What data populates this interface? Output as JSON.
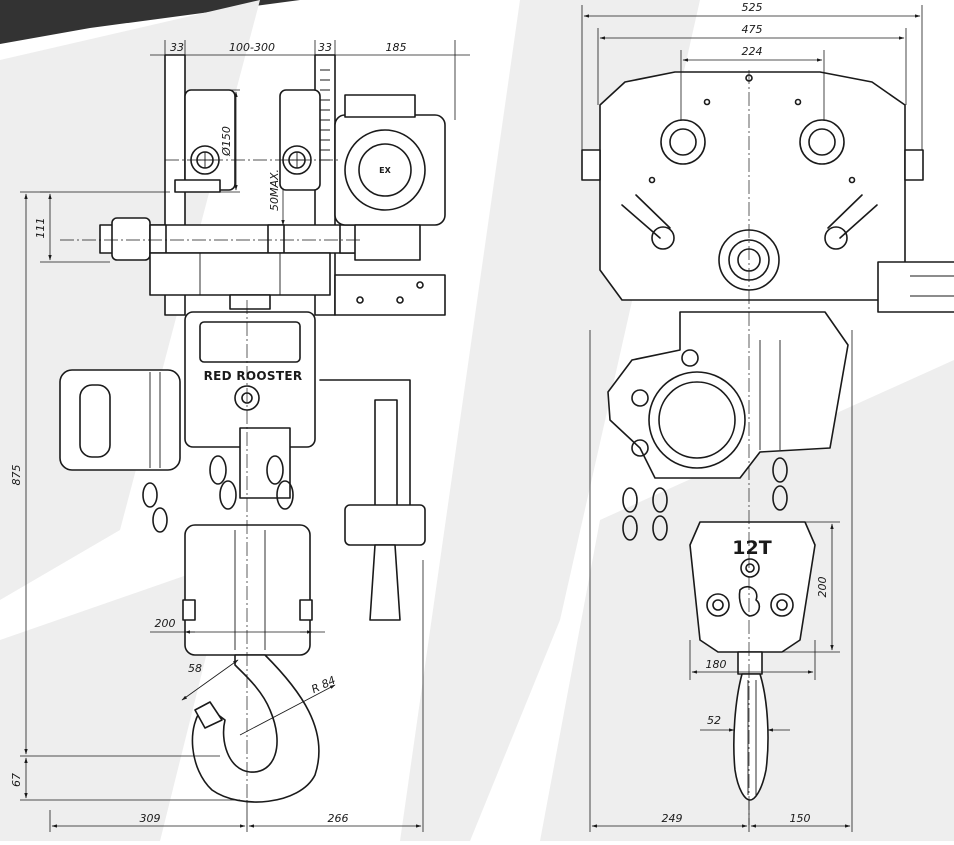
{
  "markings": {
    "brand": "RED ROOSTER",
    "capacity": "12T",
    "ex_mark": "EX"
  },
  "side_view": {
    "dims": {
      "flange_left": "33",
      "flange_width": "100-300",
      "flange_right": "33",
      "motor_width": "185",
      "wheel_diameter": "Ø150",
      "top_to_flange": "111",
      "flange_thickness": "50MAX.",
      "total_height": "875",
      "bottom_offset": "67",
      "hook_opening": "58",
      "hook_radius": "R 84",
      "hook_block_width": "200",
      "left_width": "309",
      "right_width": "266"
    }
  },
  "front_view": {
    "dims": {
      "overall_width": "525",
      "inner_width": "475",
      "wheel_center": "224",
      "block_height": "200",
      "block_width": "180",
      "hook_width": "52",
      "left_width": "249",
      "right_width": "150"
    }
  }
}
